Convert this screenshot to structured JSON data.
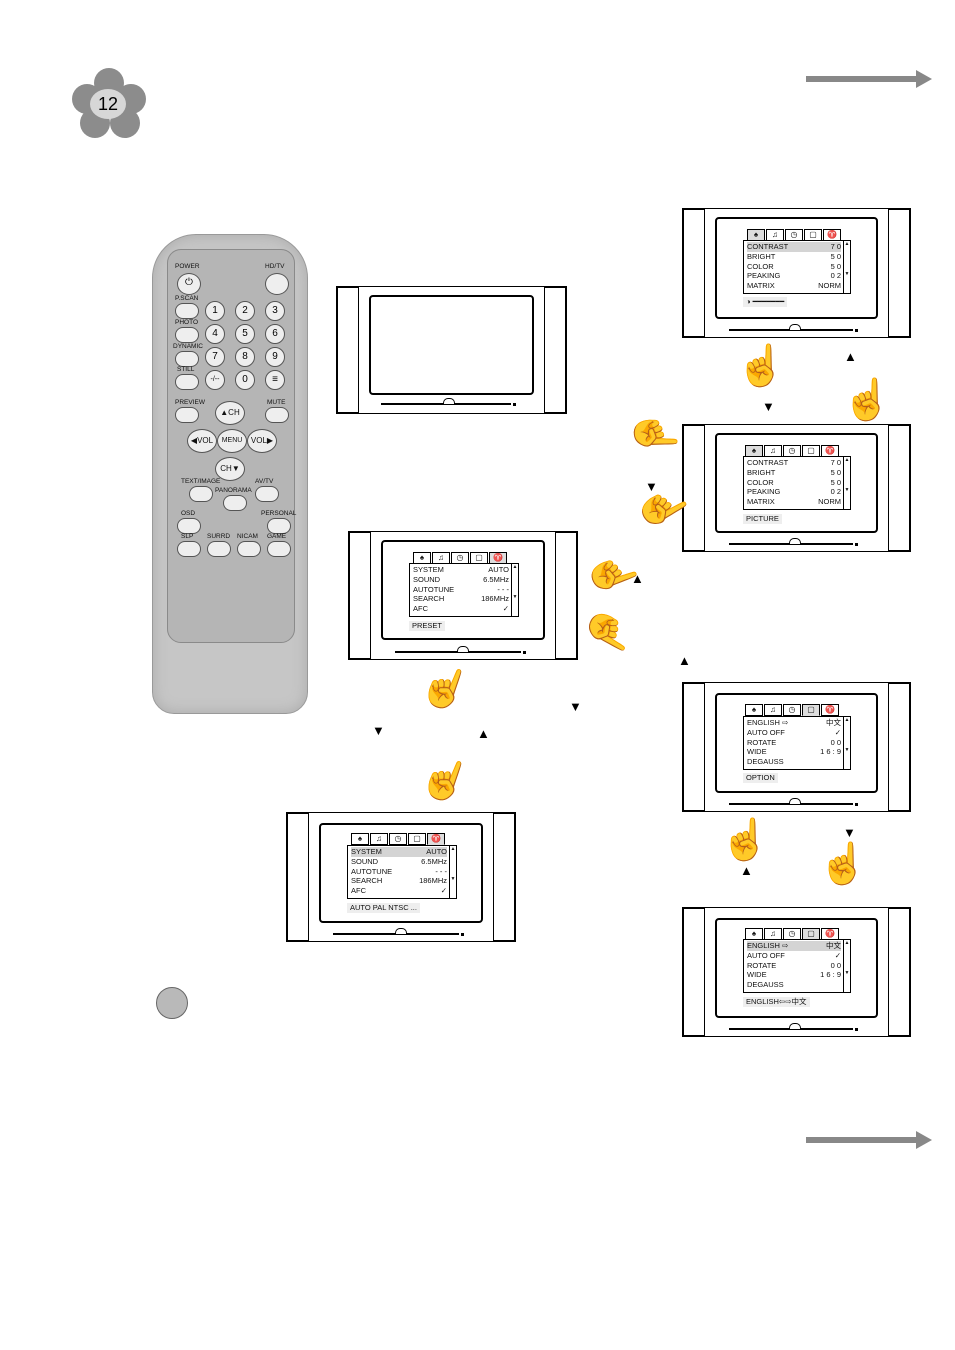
{
  "page": {
    "number": "12"
  },
  "remote": {
    "labels": {
      "power": "POWER",
      "hdtv": "HD/TV",
      "pscan": "P.SCAN",
      "photo": "PHOTO",
      "dynamic": "DYNAMIC",
      "still": "STILL",
      "preview": "PREVIEW",
      "mute": "MUTE",
      "ch_up": "CH",
      "ch_down": "CH",
      "vol_left": "VOL",
      "vol_right": "VOL",
      "menu": "MENU",
      "text_image": "TEXT/IMAGE",
      "panorama": "PANORAMA",
      "avtv": "AV/TV",
      "osd": "OSD",
      "personal": "PERSONAL",
      "slp": "SLP",
      "surrd": "SURRD",
      "nicam": "NICAM",
      "game": "GAME"
    },
    "digits": [
      "1",
      "2",
      "3",
      "4",
      "5",
      "6",
      "7",
      "8",
      "9",
      "-/--",
      "0",
      "≡"
    ]
  },
  "screens": {
    "picture_top": {
      "rows": [
        {
          "label": "CONTRAST",
          "value": "7 0"
        },
        {
          "label": "BRIGHT",
          "value": "5 0"
        },
        {
          "label": "COLOR",
          "value": "5 0"
        },
        {
          "label": "PEAKING",
          "value": "0 2"
        },
        {
          "label": "MATRIX",
          "value": "NORM"
        }
      ],
      "status": "◑ ━━━━━━━"
    },
    "picture": {
      "rows": [
        {
          "label": "CONTRAST",
          "value": "7 0"
        },
        {
          "label": "BRIGHT",
          "value": "5 0"
        },
        {
          "label": "COLOR",
          "value": "5 0"
        },
        {
          "label": "PEAKING",
          "value": "0 2"
        },
        {
          "label": "MATRIX",
          "value": "NORM"
        }
      ],
      "status": "PICTURE"
    },
    "preset": {
      "rows": [
        {
          "label": "SYSTEM",
          "value": "AUTO"
        },
        {
          "label": "SOUND",
          "value": "6.5MHz"
        },
        {
          "label": "AUTOTUNE",
          "value": "- - -"
        },
        {
          "label": "SEARCH",
          "value": "186MHz"
        },
        {
          "label": "AFC",
          "value": "✓"
        }
      ],
      "status": "PRESET"
    },
    "preset_system": {
      "rows": [
        {
          "label": "SYSTEM",
          "value": "AUTO"
        },
        {
          "label": "SOUND",
          "value": "6.5MHz"
        },
        {
          "label": "AUTOTUNE",
          "value": "- - -"
        },
        {
          "label": "SEARCH",
          "value": "186MHz"
        },
        {
          "label": "AFC",
          "value": "✓"
        }
      ],
      "status": "AUTO  PAL  NTSC ..."
    },
    "option": {
      "rows": [
        {
          "label": "ENGLISH ⇨",
          "value": "中文"
        },
        {
          "label": "AUTO OFF",
          "value": "✓"
        },
        {
          "label": "ROTATE",
          "value": "0 0"
        },
        {
          "label": "WIDE",
          "value": "1 6 : 9"
        },
        {
          "label": "DEGAUSS",
          "value": ""
        }
      ],
      "status": "OPTION"
    },
    "option_lang": {
      "rows": [
        {
          "label": "ENGLISH ⇨",
          "value": "中文"
        },
        {
          "label": "AUTO OFF",
          "value": "✓"
        },
        {
          "label": "ROTATE",
          "value": "0 0"
        },
        {
          "label": "WIDE",
          "value": "1 6 : 9"
        },
        {
          "label": "DEGAUSS",
          "value": ""
        }
      ],
      "status": "ENGLISH⇦⇨中文"
    }
  },
  "tabs": [
    "♠",
    "♫",
    "◷",
    "▢",
    "♈"
  ]
}
